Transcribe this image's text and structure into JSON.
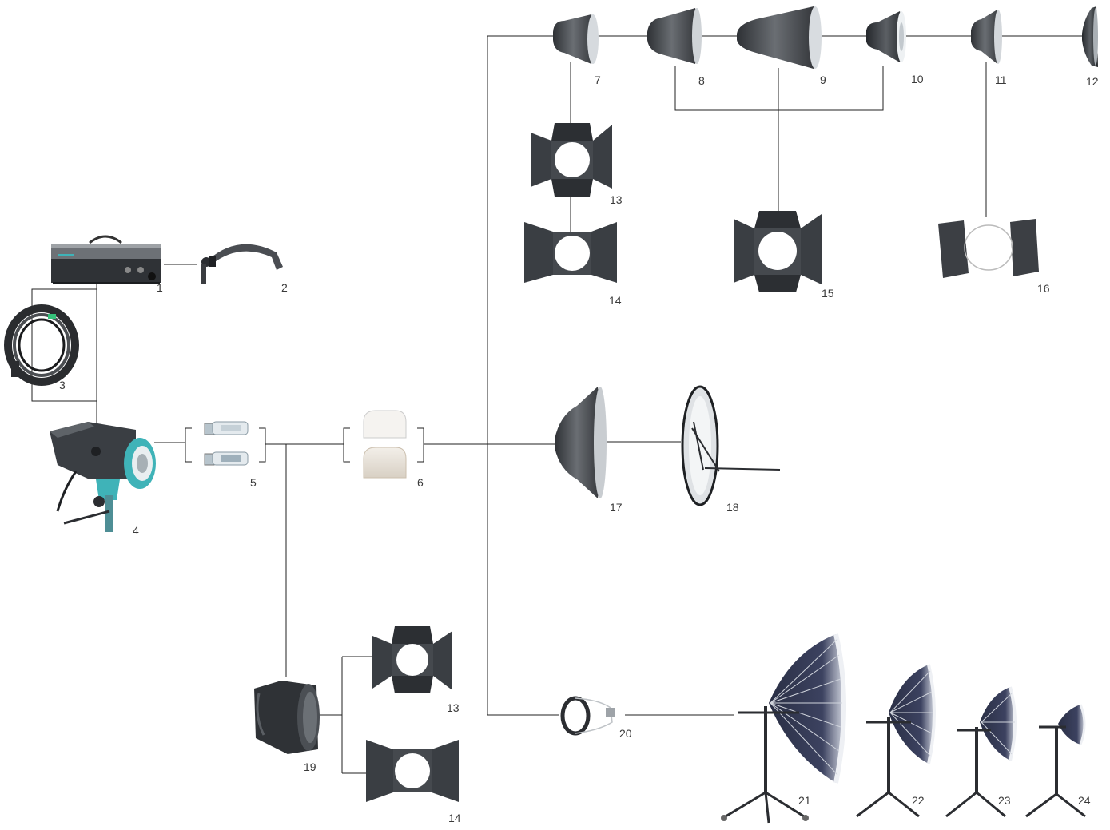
{
  "diagram": {
    "labels": {
      "n1": "1",
      "n2": "2",
      "n3": "3",
      "n4": "4",
      "n5": "5",
      "n6": "6",
      "n7": "7",
      "n8": "8",
      "n9": "9",
      "n10": "10",
      "n11": "11",
      "n12": "12",
      "n13a": "13",
      "n14a": "14",
      "n15": "15",
      "n16": "16",
      "n17": "17",
      "n18": "18",
      "n13b": "13",
      "n14b": "14",
      "n19": "19",
      "n20": "20",
      "n21": "21",
      "n22": "22",
      "n23": "23",
      "n24": "24"
    },
    "colors": {
      "line": "#222222",
      "dark": "#3c3f44",
      "metal": "#8d9196",
      "teal": "#3fb3b8",
      "label": "#3a3a3a"
    }
  }
}
